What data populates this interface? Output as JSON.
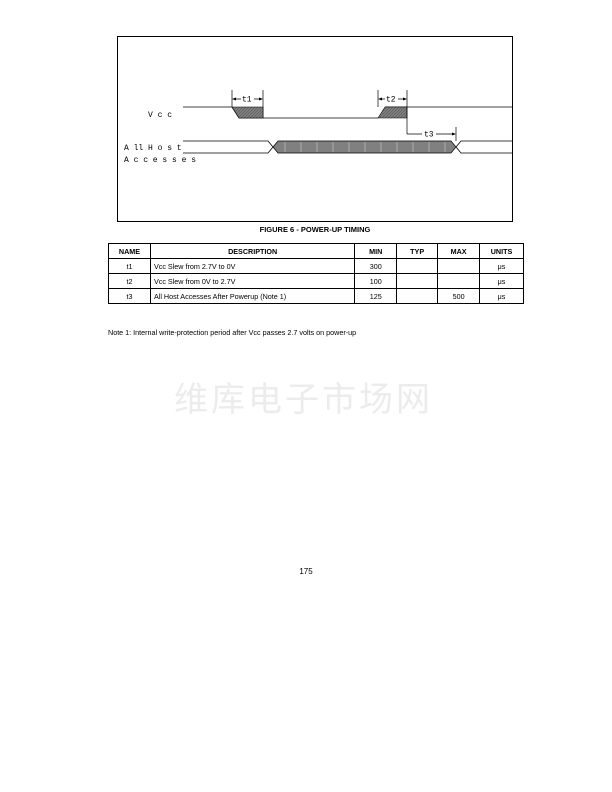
{
  "figure": {
    "signals": {
      "vcc_label": "V c c",
      "host_label_line1": "A ll H o s t",
      "host_label_line2": "A c c e s s e s"
    },
    "markers": {
      "t1": "t1",
      "t2": "t2",
      "t3": "t3"
    },
    "caption": "FIGURE 6 - POWER-UP TIMING"
  },
  "table": {
    "headers": {
      "name": "NAME",
      "description": "DESCRIPTION",
      "min": "MIN",
      "typ": "TYP",
      "max": "MAX",
      "units": "UNITS"
    },
    "rows": [
      {
        "name": "t1",
        "description": "Vcc Slew from 2.7V to 0V",
        "min": "300",
        "typ": "",
        "max": "",
        "units": "μs"
      },
      {
        "name": "t2",
        "description": "Vcc Slew from 0V to 2.7V",
        "min": "100",
        "typ": "",
        "max": "",
        "units": "μs"
      },
      {
        "name": "t3",
        "description": "All Host Accesses After Powerup (Note 1)",
        "min": "125",
        "typ": "",
        "max": "500",
        "units": "μs"
      }
    ]
  },
  "note": "Note 1:  Internal write-protection period after Vcc passes 2.7 volts on power-up",
  "watermark": "维库电子市场网",
  "page_number": "175"
}
